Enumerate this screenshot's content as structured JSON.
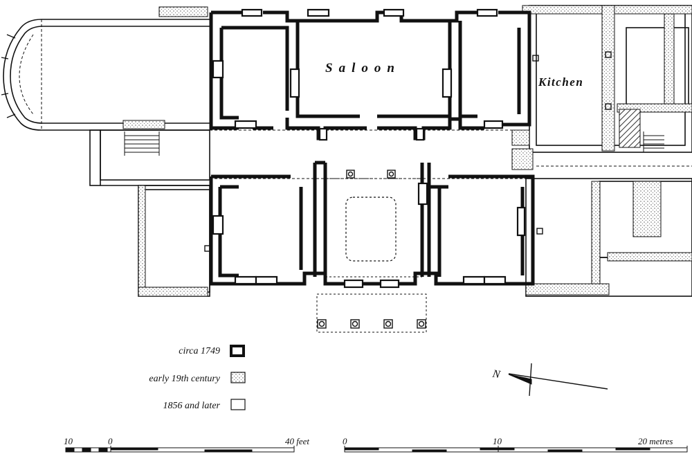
{
  "rooms": {
    "saloon": "Saloon",
    "kitchen": "Kitchen"
  },
  "legend": [
    {
      "label": "circa 1749",
      "style": "thick"
    },
    {
      "label": "early 19th century",
      "style": "stipple"
    },
    {
      "label": "1856 and later",
      "style": "plain"
    }
  ],
  "north_label": "N",
  "scale_feet": {
    "left_label": "10",
    "zero_label": "0",
    "end_label": "40 feet"
  },
  "scale_metres": {
    "zero_label": "0",
    "mid_label": "10",
    "end_label": "20 metres"
  },
  "colors": {
    "ink": "#111111",
    "stipple": "#bdbdbd",
    "paper": "#ffffff"
  }
}
